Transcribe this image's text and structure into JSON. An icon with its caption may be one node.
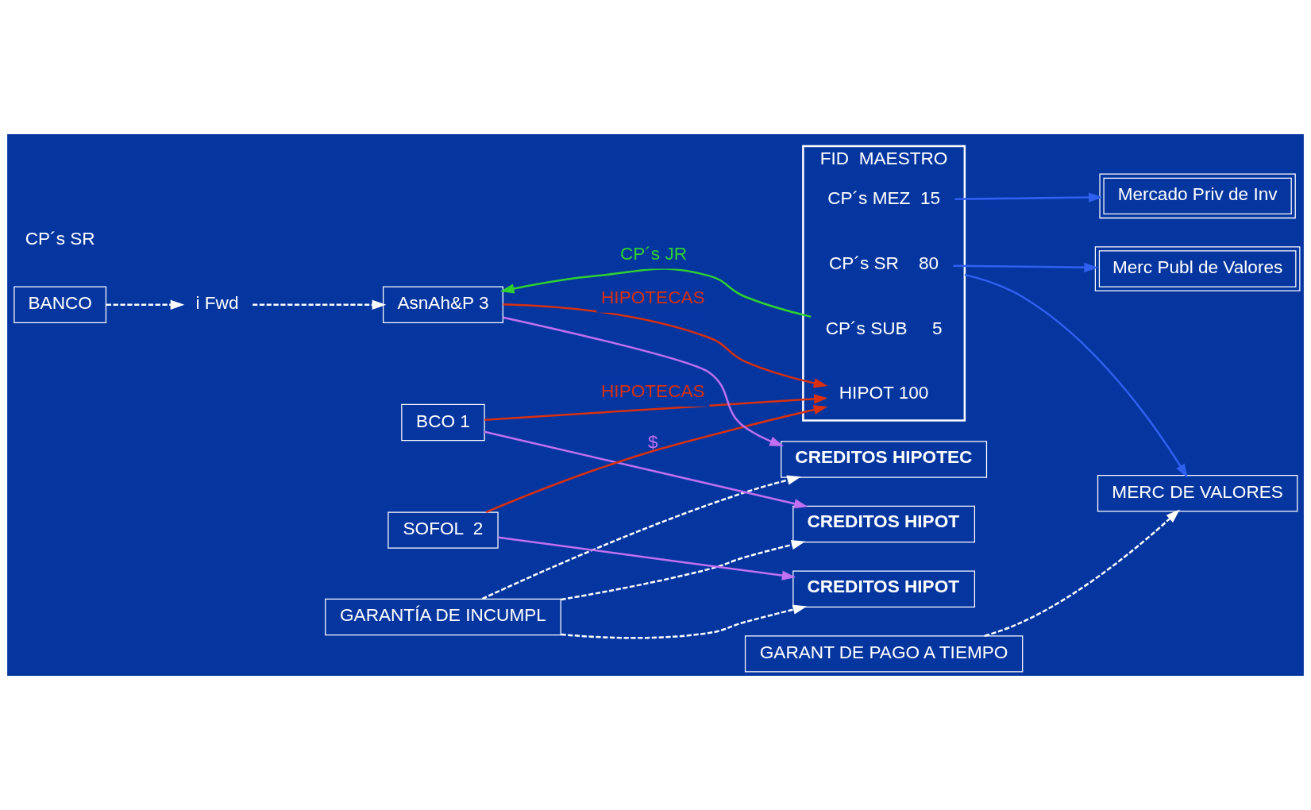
{
  "diagram": {
    "nodes": [
      {
        "text": [
          "GARANTÍA DE INCUMPL"
        ]
      },
      {
        "text": [
          "CREDITOS HIPOT"
        ]
      },
      {
        "text": [
          "CREDITOS HIPOT"
        ]
      },
      {
        "text": [
          "CREDITOS HIPOTEC"
        ]
      },
      {
        "text": [
          "BCO 1"
        ]
      },
      {
        "text": [
          "SOFOL  2"
        ]
      },
      {
        "text": [
          "AsnAh&P 3"
        ]
      },
      {
        "text": [
          "BANCO"
        ]
      },
      {
        "text": [
          "i Fwd"
        ]
      },
      {
        "text": [
          "FID  MAESTRO"
        ]
      },
      {
        "text": [
          "CP´s SR    80"
        ],
        "in": 9
      },
      {
        "text": [
          "CP´s MEZ  15"
        ],
        "in": 9
      },
      {
        "text": [
          "HIPOT 100"
        ],
        "in": 9
      },
      {
        "text": [
          "CP´s SUB     5"
        ],
        "in": 9
      },
      {
        "text": [
          "MERC DE VALORES"
        ]
      },
      {
        "text": [
          "Merc Publ de Valores"
        ]
      },
      {
        "text": [
          "Mercado Priv de Inv"
        ]
      },
      {
        "text": [
          "GARANT DE PAGO A TIEMPO"
        ]
      }
    ],
    "edges": [
      {
        "from": 0,
        "to": 1,
        "arrow": "to",
        "style": "dashed"
      },
      {
        "from": 0,
        "to": 2,
        "arrow": "to",
        "style": "dashed"
      },
      {
        "from": 0,
        "to": 3,
        "arrow": "to",
        "style": "dashed"
      },
      {
        "from": 4,
        "to": 1,
        "arrow": "to",
        "label": "$",
        "color": "#c070f0"
      },
      {
        "from": 5,
        "to": 2,
        "arrow": "to",
        "color": "#c070f0"
      },
      {
        "from": 6,
        "to": 3,
        "arrow": "to",
        "color": "#c070f0"
      },
      {
        "from": 4,
        "to": 12,
        "arrow": "to",
        "label": "HIPOTECAS",
        "color": "#d83010"
      },
      {
        "from": 5,
        "to": 12,
        "arrow": "to",
        "color": "#d83010"
      },
      {
        "from": 6,
        "to": 12,
        "arrow": "to",
        "label": "HIPOTECAS",
        "color": "#d83010"
      },
      {
        "from": 7,
        "to": 8,
        "arrow": "to",
        "style": "dashed"
      },
      {
        "from": 8,
        "to": 6,
        "arrow": "to",
        "style": "dashed"
      },
      {
        "from": 13,
        "to": 6,
        "arrow": "to",
        "label": "CP´s JR",
        "color": "#30d030"
      },
      {
        "from": 10,
        "to": 15,
        "arrow": "to",
        "color": "#3060f0"
      },
      {
        "from": 11,
        "to": 16,
        "arrow": "to",
        "color": "#3060f0"
      },
      {
        "from": 9,
        "to": 14,
        "arrow": "to",
        "color": "#3060f0"
      },
      {
        "from": 17,
        "to": 14,
        "arrow": "to",
        "style": "dashed"
      }
    ],
    "labels": [
      "CP´s SR"
    ]
  }
}
